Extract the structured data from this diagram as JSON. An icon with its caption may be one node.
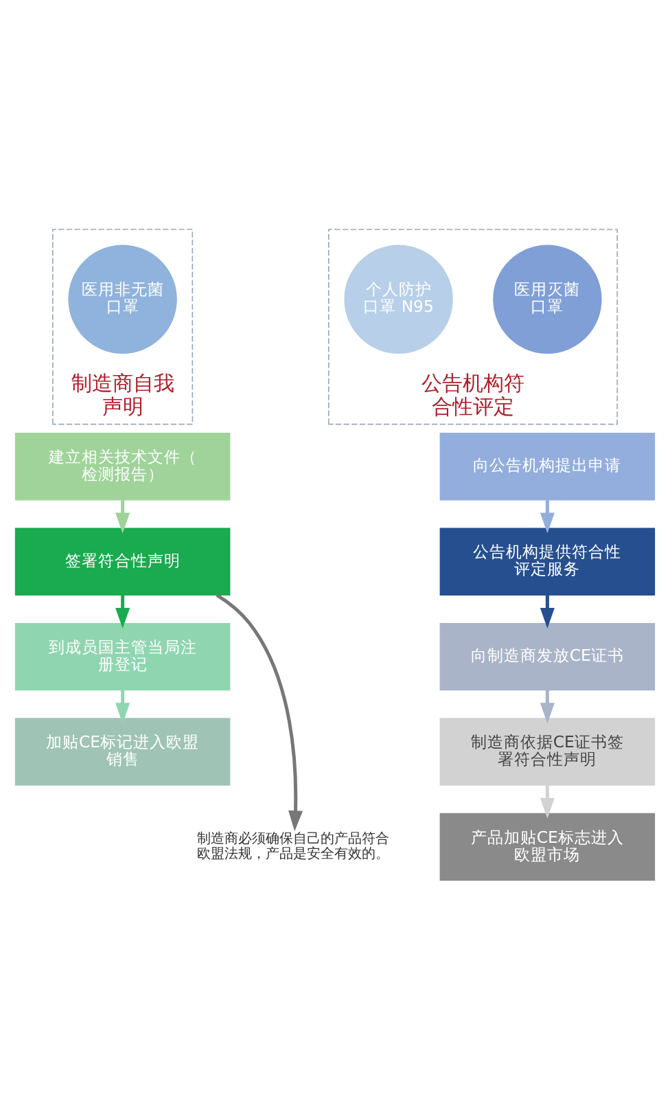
{
  "diagram": {
    "nodes": [
      {
        "text": [
          "制造商自我声明"
        ]
      },
      {
        "text": [
          "医用非无菌口罩"
        ],
        "in": 0
      },
      {
        "text": [
          "公告机构符合性评定"
        ]
      },
      {
        "text": [
          "医用灭菌口罩"
        ],
        "in": 2
      },
      {
        "text": [
          "个人防护口罩 N95"
        ],
        "in": 2
      },
      {
        "text": [
          "建立相关技术文件（检测报告）"
        ]
      },
      {
        "text": [
          "签署符合性声明"
        ]
      },
      {
        "text": [
          "到成员国主管当局注册登记"
        ]
      },
      {
        "text": [
          "加贴CE标记进入欧盟销售"
        ]
      },
      {
        "text": [
          "向公告机构提出申请"
        ]
      },
      {
        "text": [
          "公告机构提供符合性评定服务"
        ]
      },
      {
        "text": [
          "向制造商发放CE证书"
        ]
      },
      {
        "text": [
          "制造商依据CE证书签署符合性声明"
        ]
      },
      {
        "text": [
          "产品加贴CE标志进入欧盟市场"
        ]
      },
      {
        "text": [
          "制造商必须确保自己的产品符合欧盟法规，产品是安全有效的。"
        ]
      }
    ],
    "edges": [
      {
        "from": 5,
        "to": 6,
        "arrow": "to",
        "color": "#9fd39a"
      },
      {
        "from": 6,
        "to": 7,
        "arrow": "to",
        "color": "#1aaa4f"
      },
      {
        "from": 7,
        "to": 8,
        "arrow": "to",
        "color": "#8fd6b0"
      },
      {
        "from": 9,
        "to": 10,
        "arrow": "to",
        "color": "#93aedc"
      },
      {
        "from": 10,
        "to": 11,
        "arrow": "to",
        "color": "#264f8f"
      },
      {
        "from": 11,
        "to": 12,
        "arrow": "to",
        "color": "#a9b4c8"
      },
      {
        "from": 12,
        "to": 13,
        "arrow": "to",
        "color": "#d2d2d2"
      },
      {
        "from": 6,
        "to": 14,
        "arrow": "to",
        "color": "#777777"
      }
    ]
  }
}
